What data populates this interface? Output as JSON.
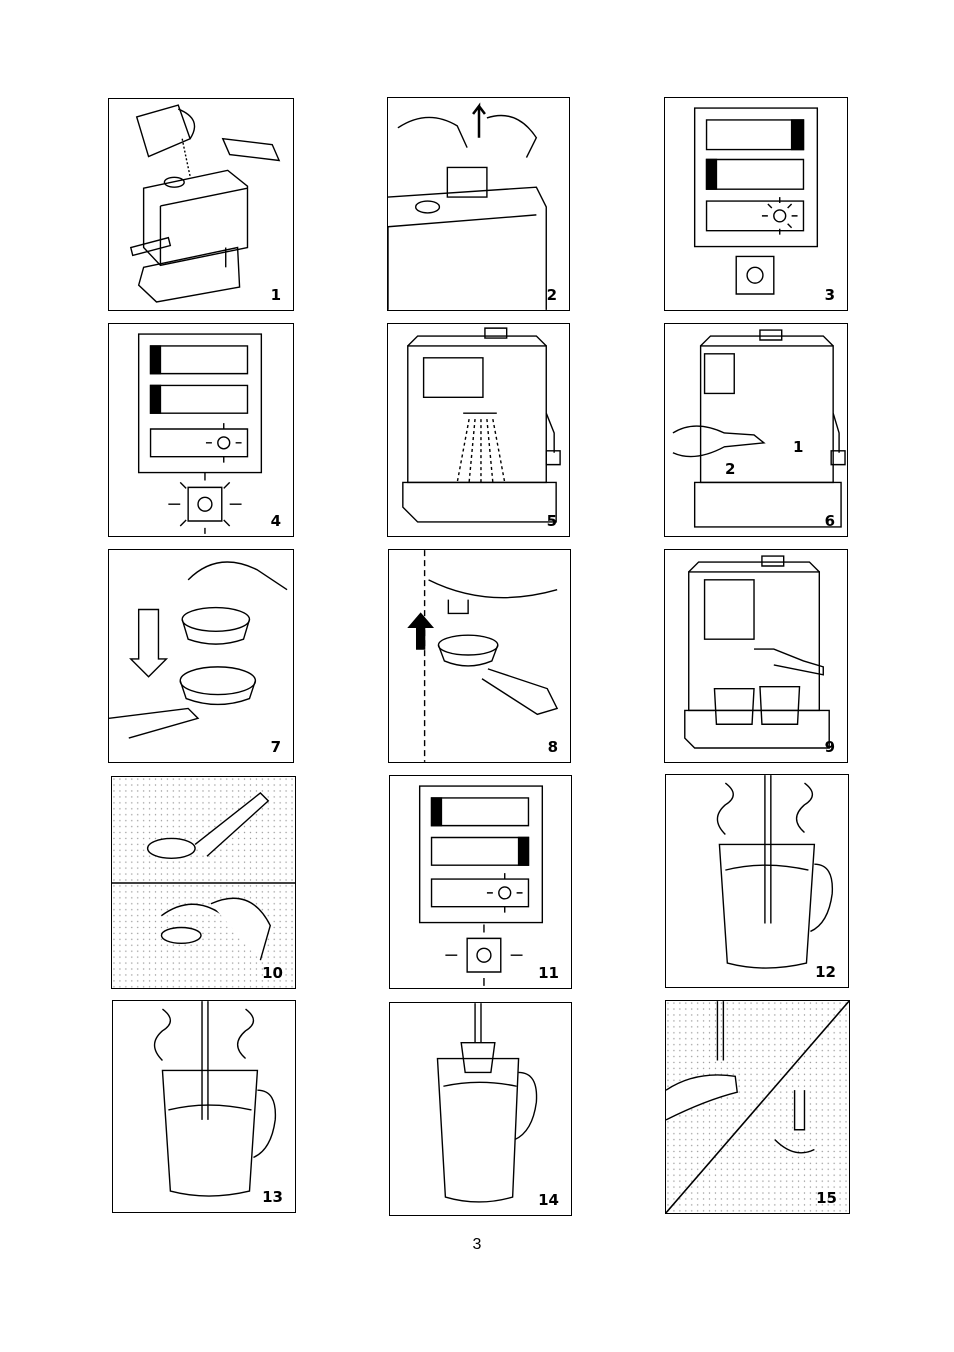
{
  "figures": [
    {
      "number": "1"
    },
    {
      "number": "2"
    },
    {
      "number": "3"
    },
    {
      "number": "4"
    },
    {
      "number": "5"
    },
    {
      "number": "6",
      "callouts": [
        "1",
        "2"
      ]
    },
    {
      "number": "7"
    },
    {
      "number": "8"
    },
    {
      "number": "9"
    },
    {
      "number": "10"
    },
    {
      "number": "11"
    },
    {
      "number": "12"
    },
    {
      "number": "13"
    },
    {
      "number": "14"
    },
    {
      "number": "15"
    }
  ],
  "page_number": "3"
}
